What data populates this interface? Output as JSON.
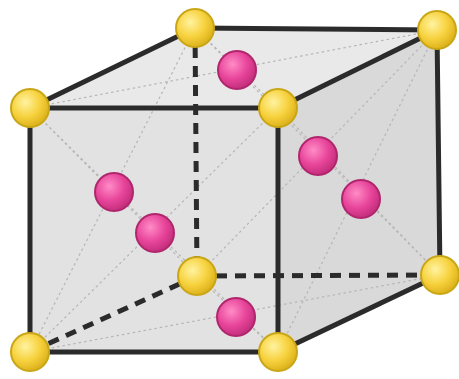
{
  "diagram": {
    "kind": "cubic unit cell",
    "corner_atom_count": 8,
    "face_atom_count": 6,
    "colors": {
      "corner_atom_fill": "#f7d23e",
      "corner_atom_stroke": "#c9a616",
      "face_atom_fill": "#e8459a",
      "face_atom_stroke": "#b0266d",
      "edge": "#2b2b2b",
      "face_shading": "#dcdcdc",
      "guide_line": "#b5b5b5"
    }
  }
}
